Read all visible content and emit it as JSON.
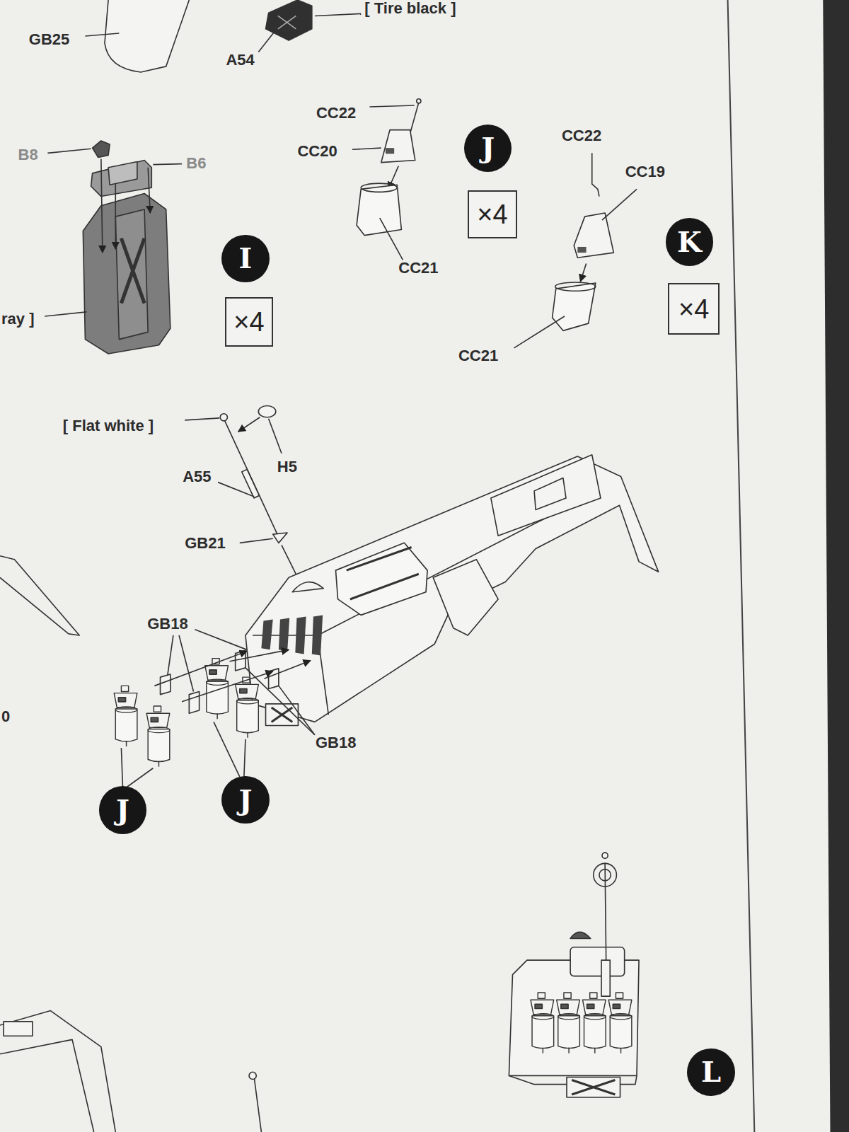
{
  "diagram": {
    "nodes": [
      {
        "text": [
          "J"
        ]
      },
      {
        "text": [
          "×4"
        ]
      },
      {
        "text": [
          "K"
        ]
      },
      {
        "text": [
          "I"
        ]
      },
      {
        "text": [
          "×4"
        ]
      },
      {
        "text": [
          "×4"
        ]
      },
      {
        "text": [
          "J"
        ]
      },
      {
        "text": [
          "J"
        ]
      },
      {
        "text": [
          "L"
        ]
      }
    ],
    "labels": [
      "[ Tire black ]",
      "GB25",
      "A54",
      "CC22",
      "CC20",
      "B8",
      "B6",
      "CC22",
      "CC19",
      "CC21",
      "ray ]",
      "CC21",
      "[ Flat white ]",
      "H5",
      "A55",
      "GB21",
      "GB18",
      "0",
      "GB18"
    ]
  }
}
